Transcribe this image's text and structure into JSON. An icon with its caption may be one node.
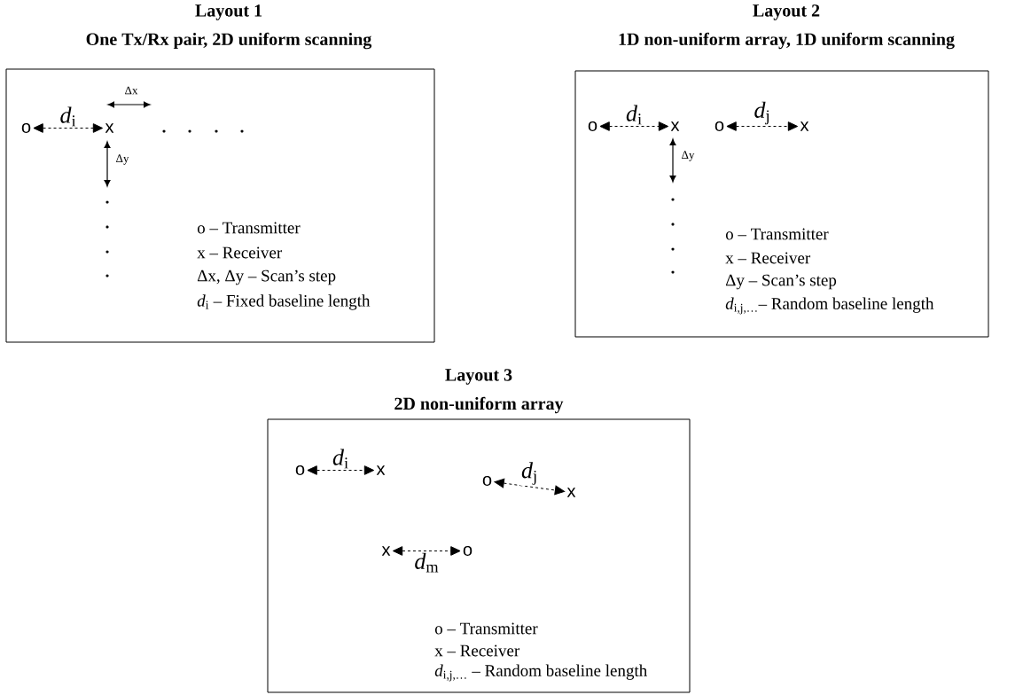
{
  "diagram": {
    "nodes": [
      {
        "text": [
          "Layout 1",
          "One Tx/Rx pair, 2D uniform scanning",
          "o – Transmitter",
          "x – Receiver",
          "Δx, Δy – Scan’s step",
          "*d*$_{i}$ – Fixed baseline length"
        ]
      },
      {
        "text": [
          "o"
        ],
        "in": 0
      },
      {
        "text": [
          "x"
        ],
        "in": 0
      },
      {
        "text": [
          "Layout 2",
          "1D non-uniform array, 1D uniform scanning",
          "o – Transmitter",
          "x – Receiver",
          "Δy – Scan’s step",
          "*d*$_{i,j,…}$– Random baseline length"
        ]
      },
      {
        "text": [
          "o"
        ],
        "in": 3
      },
      {
        "text": [
          "x"
        ],
        "in": 3
      },
      {
        "text": [
          "o"
        ],
        "in": 3
      },
      {
        "text": [
          "x"
        ],
        "in": 3
      },
      {
        "text": [
          "Layout 3",
          "2D non-uniform array",
          "o – Transmitter",
          "x – Receiver",
          "*d*$_{i,j,…}$ – Random baseline length"
        ]
      },
      {
        "text": [
          "o"
        ],
        "in": 8
      },
      {
        "text": [
          "x"
        ],
        "in": 8
      },
      {
        "text": [
          "o"
        ],
        "in": 8
      },
      {
        "text": [
          "x"
        ],
        "in": 8
      },
      {
        "text": [
          "x"
        ],
        "in": 8
      },
      {
        "text": [
          "o"
        ],
        "in": 8
      }
    ],
    "edges": [
      {
        "from": 1,
        "to": 2,
        "arrow": "both",
        "style": "dashed",
        "label": "*d*$_{i}$"
      },
      {
        "from": 4,
        "to": 5,
        "arrow": "both",
        "style": "dashed",
        "label": "*d*$_{i}$"
      },
      {
        "from": 6,
        "to": 7,
        "arrow": "both",
        "style": "dashed",
        "label": "*d*$_{j}$"
      },
      {
        "from": 9,
        "to": 10,
        "arrow": "both",
        "style": "dashed",
        "label": "*d*$_{i}$"
      },
      {
        "from": 11,
        "to": 12,
        "arrow": "both",
        "style": "dashed",
        "label": "*d*$_{j}$"
      },
      {
        "from": 13,
        "to": 14,
        "arrow": "both",
        "style": "dashed",
        "label": "*d*$_{m}$"
      }
    ],
    "labels": [
      "Δx",
      "Δy",
      "Δy"
    ]
  }
}
